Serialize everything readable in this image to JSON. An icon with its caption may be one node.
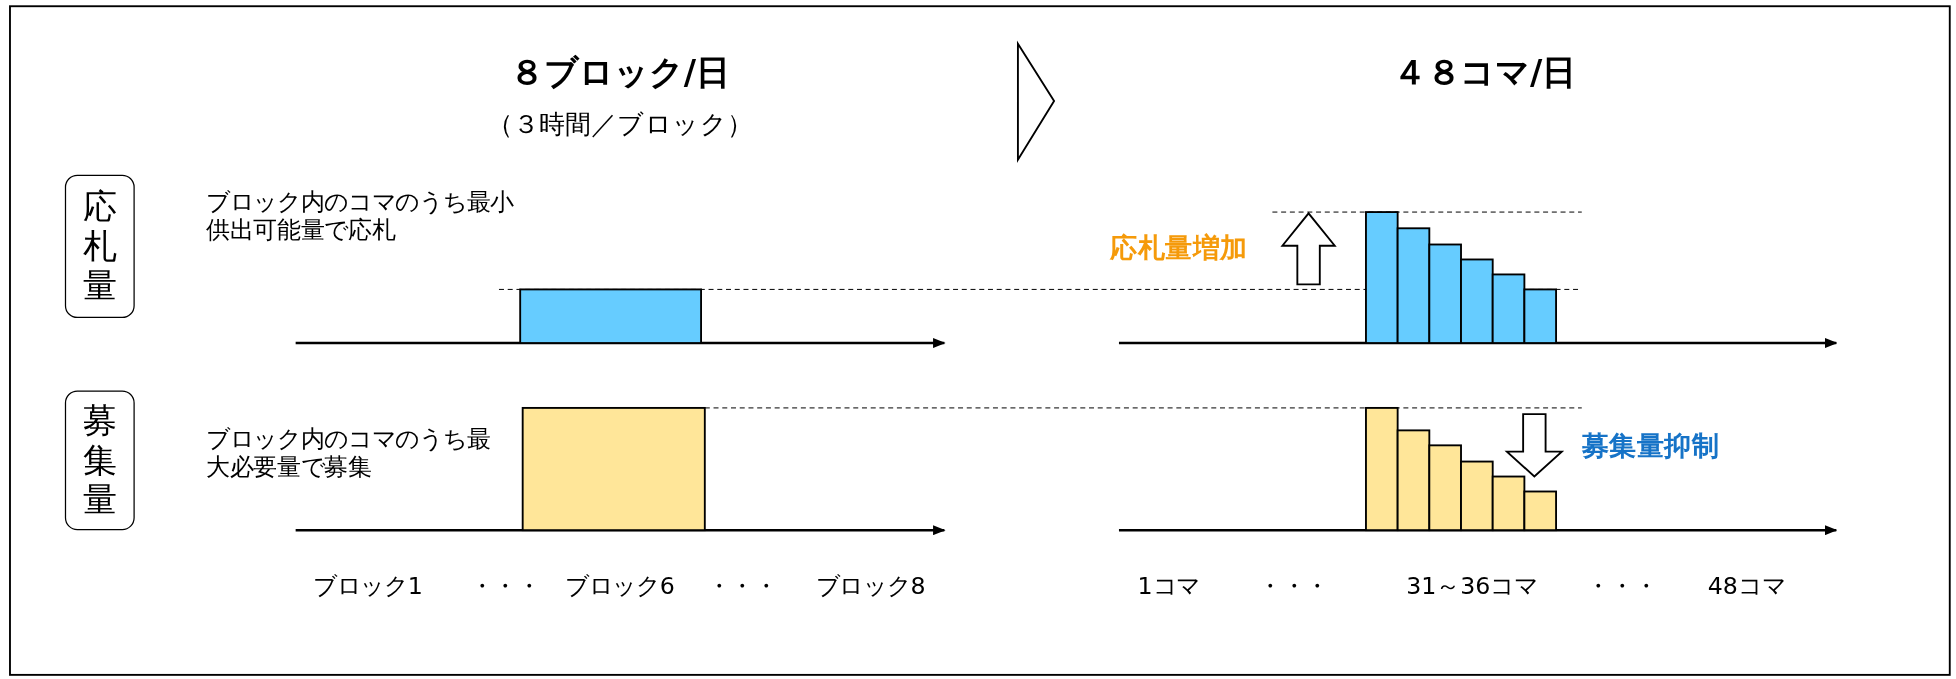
{
  "diagram": {
    "nodes": [
      {
        "text": [
          "応札量"
        ]
      },
      {
        "text": [
          "募集量"
        ]
      },
      {
        "text": [],
        "shape": "chevron"
      }
    ],
    "edges": [],
    "labels": [
      "８ブロック/日",
      "（３時間／ブロック）",
      "４８コマ/日",
      "ブロック内のコマのうち最小供出可能量で応札",
      "応札量増加",
      "ブロック内のコマのうち最大必要量で募集",
      "募集量抑制",
      "ブロック1",
      "・・・",
      "ブロック6",
      "・・・",
      "ブロック8",
      "1コマ",
      "・・・",
      "31～36コマ",
      "・・・",
      "48コマ"
    ]
  }
}
